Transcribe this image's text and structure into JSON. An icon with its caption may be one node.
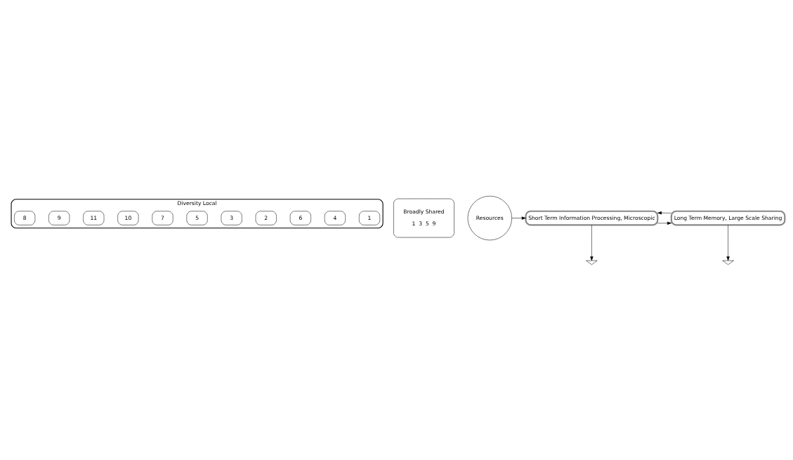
{
  "diagram": {
    "nodes": [
      {
        "text": [
          "Diversity Local"
        ]
      },
      {
        "text": [
          "1"
        ],
        "in": 0
      },
      {
        "text": [
          "4"
        ],
        "in": 0
      },
      {
        "text": [
          "6"
        ],
        "in": 0
      },
      {
        "text": [
          "2"
        ],
        "in": 0
      },
      {
        "text": [
          "3"
        ],
        "in": 0
      },
      {
        "text": [
          "5"
        ],
        "in": 0
      },
      {
        "text": [
          "7"
        ],
        "in": 0
      },
      {
        "text": [
          "10"
        ],
        "in": 0
      },
      {
        "text": [
          "11"
        ],
        "in": 0
      },
      {
        "text": [
          "9"
        ],
        "in": 0
      },
      {
        "text": [
          "8"
        ],
        "in": 0
      },
      {
        "text": [
          "Broadly Shared",
          "1",
          "3",
          "5",
          "9"
        ]
      },
      {
        "text": [
          "Resources"
        ]
      },
      {
        "text": [
          "Short Term Information Processing, Microscopic"
        ]
      },
      {
        "text": [
          "Long Term Memory, Large Scale Sharing"
        ]
      },
      {
        "text": [],
        "shape": "ground"
      },
      {
        "text": [],
        "shape": "ground"
      }
    ],
    "edges": [
      {
        "from": 13,
        "to": 14,
        "arrow": "to"
      },
      {
        "from": 14,
        "to": 15,
        "arrow": "to"
      },
      {
        "from": 15,
        "to": 14,
        "arrow": "to"
      },
      {
        "from": 14,
        "to": 16,
        "arrow": "to"
      },
      {
        "from": 15,
        "to": 17,
        "arrow": "to"
      }
    ]
  }
}
